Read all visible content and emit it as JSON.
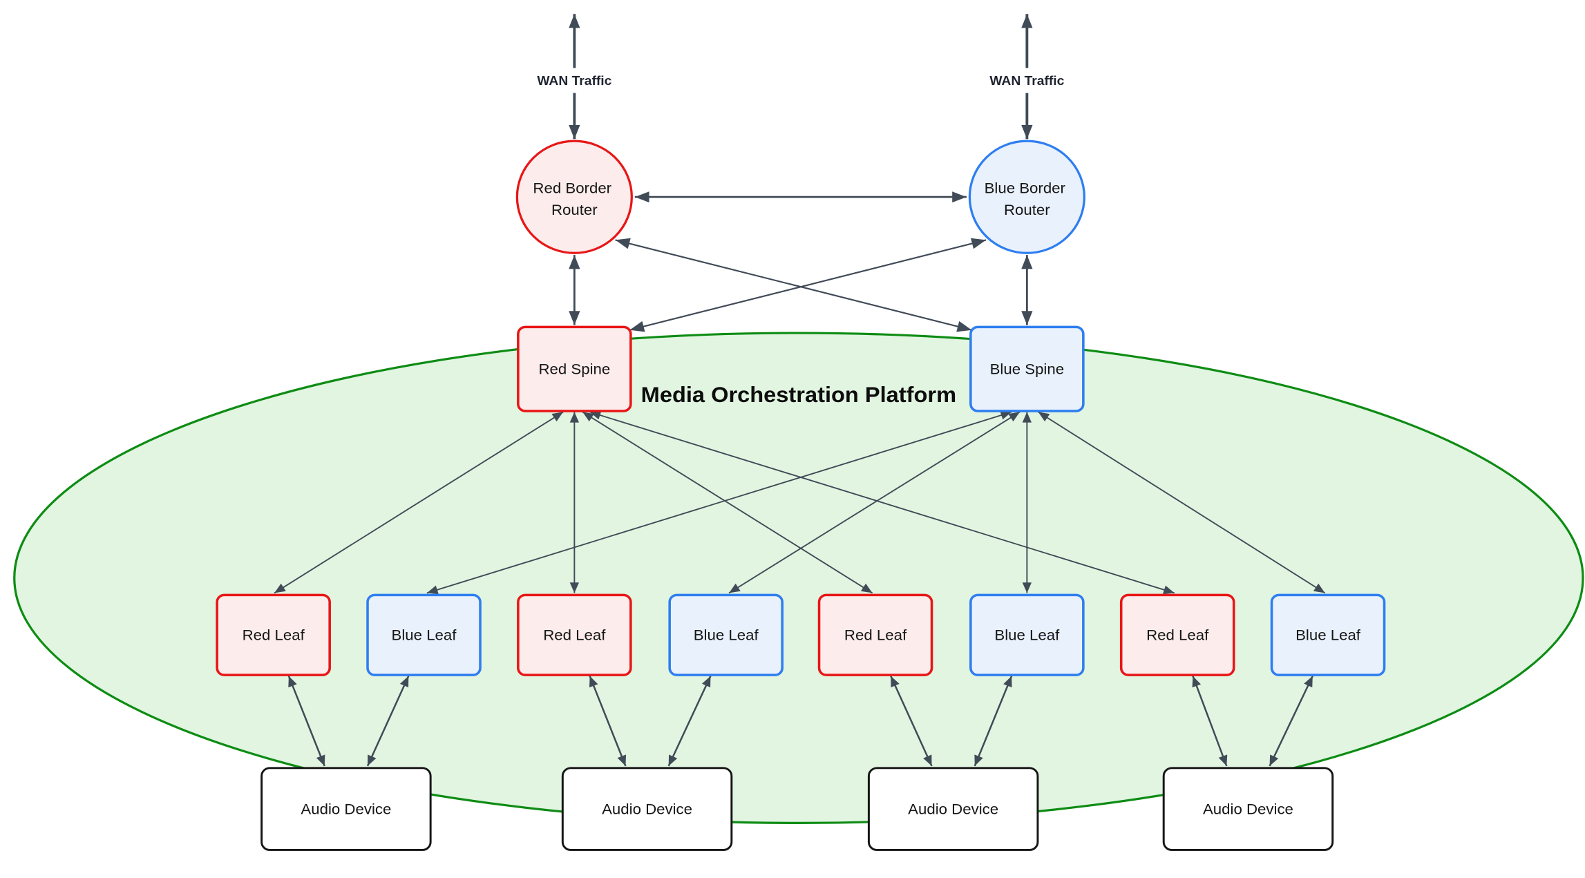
{
  "platform": {
    "title": "Media Orchestration Platform"
  },
  "wan": {
    "left_label": "WAN Traffic",
    "right_label": "WAN Traffic"
  },
  "routers": {
    "red": {
      "line1": "Red Border",
      "line2": "Router"
    },
    "blue": {
      "line1": "Blue Border",
      "line2": "Router"
    }
  },
  "spines": {
    "red": {
      "label": "Red Spine"
    },
    "blue": {
      "label": "Blue Spine"
    }
  },
  "leaves": [
    {
      "label": "Red Leaf",
      "color": "red"
    },
    {
      "label": "Blue Leaf",
      "color": "blue"
    },
    {
      "label": "Red Leaf",
      "color": "red"
    },
    {
      "label": "Blue Leaf",
      "color": "blue"
    },
    {
      "label": "Red Leaf",
      "color": "red"
    },
    {
      "label": "Blue Leaf",
      "color": "blue"
    },
    {
      "label": "Red Leaf",
      "color": "red"
    },
    {
      "label": "Blue Leaf",
      "color": "blue"
    }
  ],
  "devices": [
    {
      "label": "Audio Device"
    },
    {
      "label": "Audio Device"
    },
    {
      "label": "Audio Device"
    },
    {
      "label": "Audio Device"
    }
  ],
  "colors": {
    "red_stroke": "#e81616",
    "red_fill": "#fdecec",
    "blue_stroke": "#2e7ef0",
    "blue_fill": "#e9f1fd",
    "green_stroke": "#0e8c14",
    "green_fill": "#e1f5e1",
    "edge": "#414b57",
    "device_stroke": "#161616",
    "text": "#161616"
  }
}
